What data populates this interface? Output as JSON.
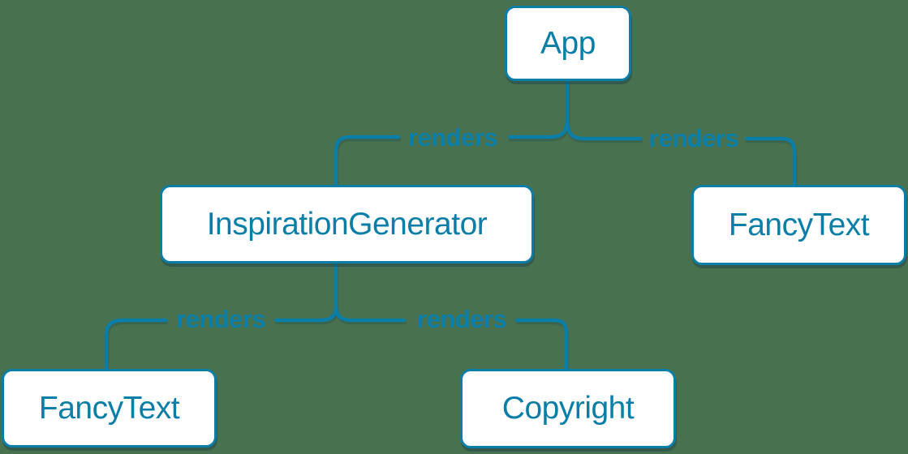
{
  "colors": {
    "background": "#487150",
    "accent": "#0A7EA6",
    "node_fill": "#FFFFFF"
  },
  "diagram": {
    "type": "tree",
    "nodes": [
      {
        "id": "app",
        "label": "App"
      },
      {
        "id": "inspiration-generator",
        "label": "InspirationGenerator"
      },
      {
        "id": "fancy-text-top",
        "label": "FancyText"
      },
      {
        "id": "fancy-text-bottom",
        "label": "FancyText"
      },
      {
        "id": "copyright",
        "label": "Copyright"
      }
    ],
    "edges": [
      {
        "from": "App",
        "to": "InspirationGenerator",
        "label": "renders"
      },
      {
        "from": "App",
        "to": "FancyText",
        "label": "renders"
      },
      {
        "from": "InspirationGenerator",
        "to": "FancyText",
        "label": "renders"
      },
      {
        "from": "InspirationGenerator",
        "to": "Copyright",
        "label": "renders"
      }
    ]
  }
}
